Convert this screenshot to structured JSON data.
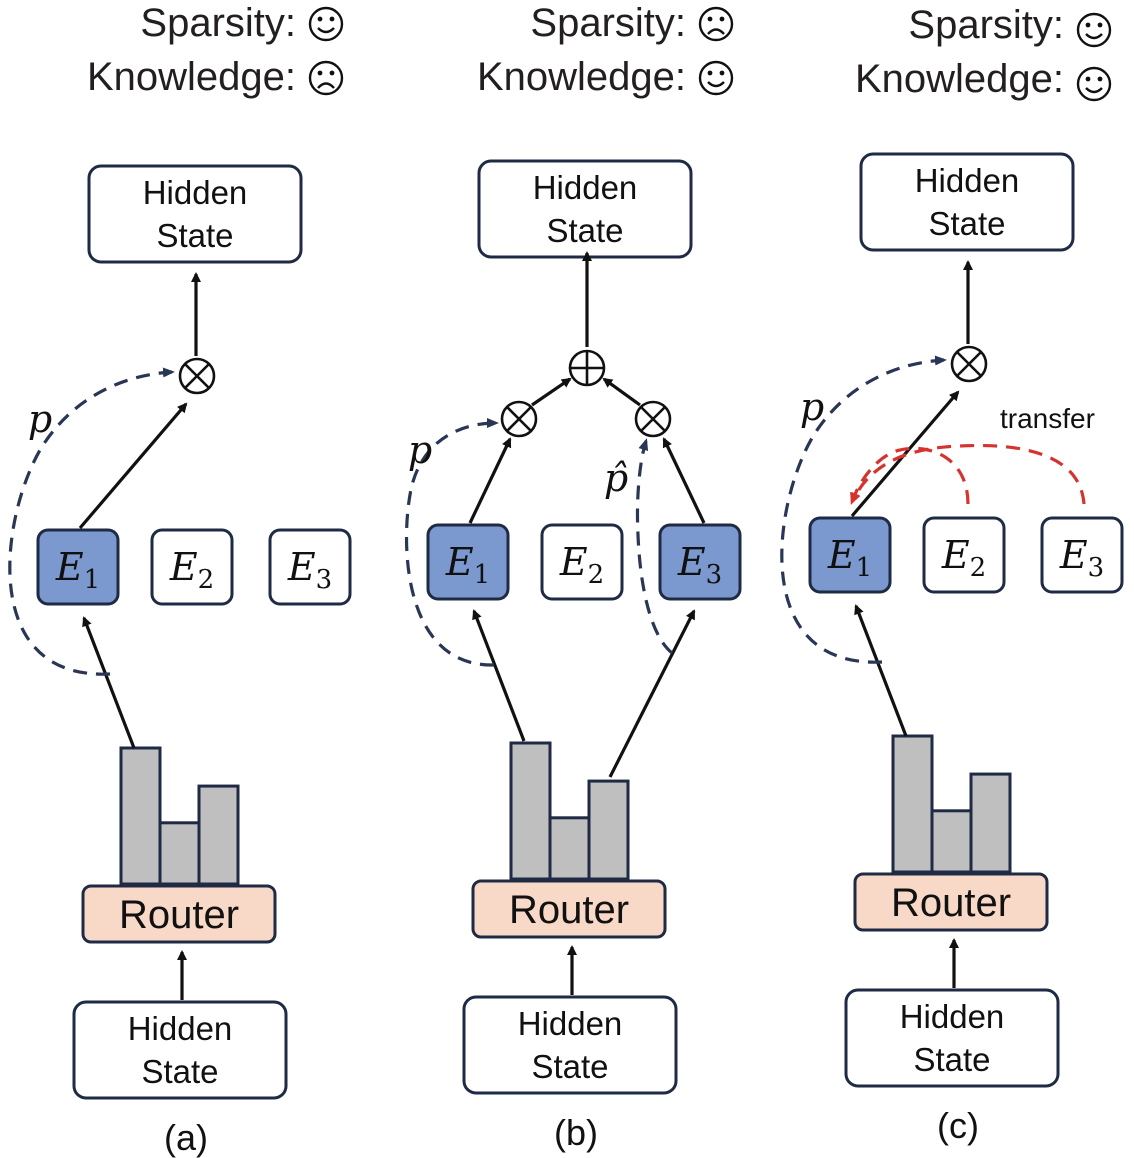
{
  "colors": {
    "stroke": "#1f2a44",
    "expert_active": "#7b99cf",
    "expert_inactive": "#ffffff",
    "router": "#f8d8c6",
    "bar": "#bfbfbf",
    "transfer": "#d6332e",
    "dashed": "#2a3655"
  },
  "labels": {
    "sparsity": "Sparsity:",
    "knowledge": "Knowledge:",
    "hidden_line1": "Hidden",
    "hidden_line2": "State",
    "router": "Router",
    "expert_letter": "E",
    "expert_subs": [
      "1",
      "2",
      "3"
    ],
    "p": "p",
    "p_hat": "p̂",
    "transfer": "transfer",
    "otimes": "⊗",
    "oplus": "⊕"
  },
  "panels": [
    {
      "id": "a",
      "caption": "(a)",
      "sparsity": "happy",
      "knowledge": "sad",
      "experts_active": [
        true,
        false,
        false
      ],
      "router_bars": [
        1.0,
        0.45,
        0.72
      ],
      "combine": "otimes"
    },
    {
      "id": "b",
      "caption": "(b)",
      "sparsity": "sad",
      "knowledge": "happy",
      "experts_active": [
        true,
        false,
        true
      ],
      "router_bars": [
        1.0,
        0.45,
        0.72
      ],
      "combine": "oplus"
    },
    {
      "id": "c",
      "caption": "(c)",
      "sparsity": "happy",
      "knowledge": "happy",
      "experts_active": [
        true,
        false,
        false
      ],
      "router_bars": [
        1.0,
        0.45,
        0.72
      ],
      "combine": "transfer"
    }
  ]
}
